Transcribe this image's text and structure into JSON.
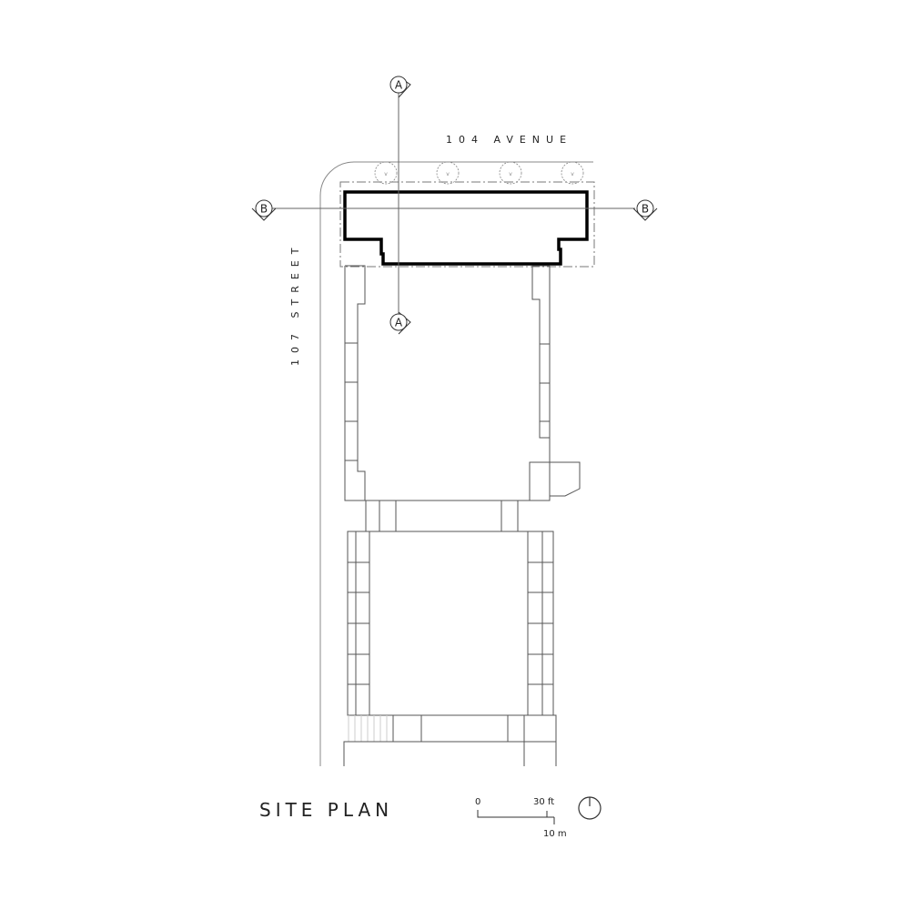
{
  "drawing": {
    "title": "SITE PLAN",
    "streets": {
      "north": "104 AVENUE",
      "west": "107 STREET"
    },
    "section_markers": [
      {
        "id": "A",
        "position": "top"
      },
      {
        "id": "A",
        "position": "bottom"
      },
      {
        "id": "B",
        "position": "left"
      },
      {
        "id": "B",
        "position": "right"
      }
    ],
    "scale_bar": {
      "zero_label": "0",
      "imperial_label": "30 ft",
      "metric_label": "10 m"
    },
    "north_arrow": "north-arrow-icon",
    "trees_count": 4,
    "colors": {
      "building_outline": "#000000",
      "linework": "#555555",
      "background": "#ffffff"
    }
  }
}
